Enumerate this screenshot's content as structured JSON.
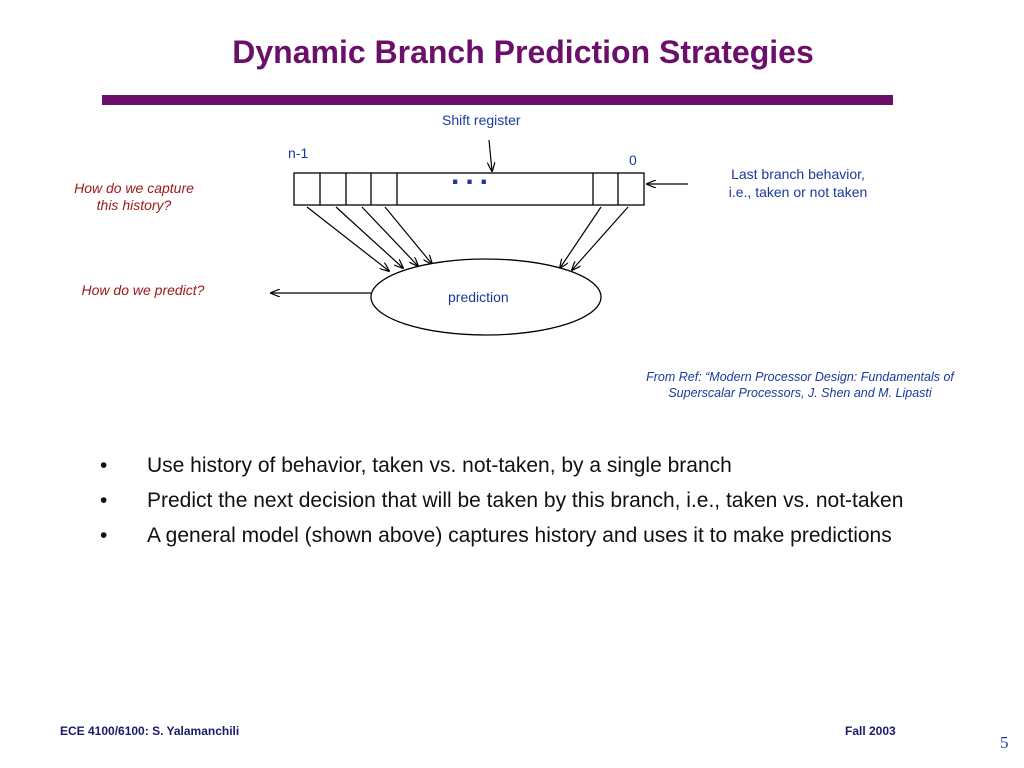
{
  "slide": {
    "title": "Dynamic Branch Prediction Strategies",
    "accent_color": "#6b0f6b"
  },
  "diagram": {
    "shift_register_label": "Shift register",
    "high_index_label": "n-1",
    "low_index_label": "0",
    "ellipsis": "...",
    "last_branch_line1": "Last branch behavior,",
    "last_branch_line2": "i.e., taken or not taken",
    "capture_question_line1": "How do we capture",
    "capture_question_line2": "this history?",
    "predict_question": "How do we predict?",
    "prediction_label": "prediction"
  },
  "reference": {
    "line1": "From Ref: “Modern Processor Design: Fundamentals of",
    "line2": "Superscalar Processors, J. Shen and M. Lipasti"
  },
  "bullets": [
    "Use history of behavior, taken vs. not-taken, by a single branch",
    "Predict the next decision that will be taken by this branch, i.e., taken vs. not-taken",
    "A general model (shown above) captures history and uses it to make predictions"
  ],
  "bullet_symbol": "•",
  "footer": {
    "left": "ECE 4100/6100: S. Yalamanchili",
    "right": "Fall 2003",
    "page_number": "5"
  }
}
